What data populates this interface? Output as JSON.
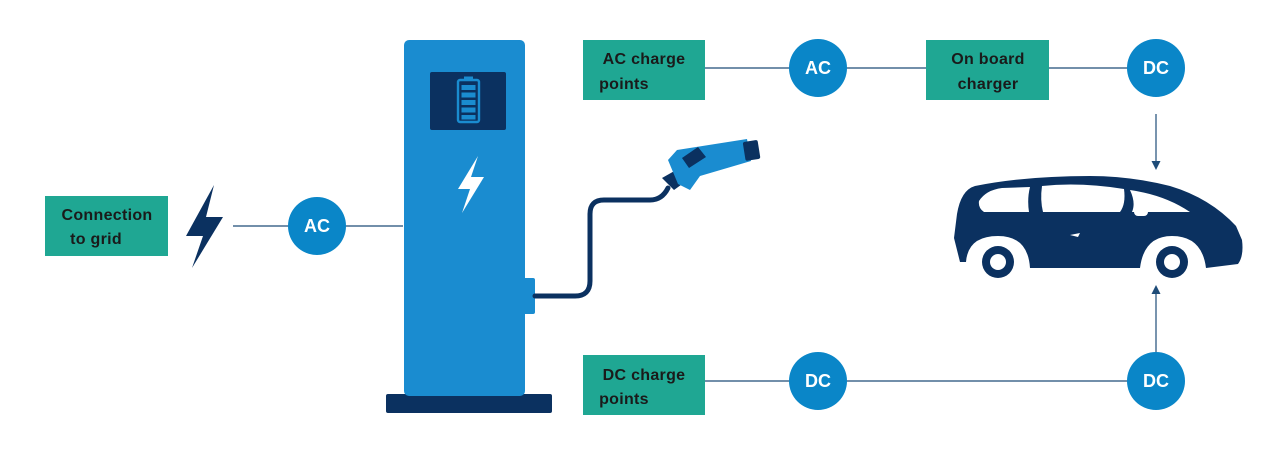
{
  "colors": {
    "teal": "#1fa793",
    "blue": "#0a86c8",
    "charger_body": "#1a8cd0",
    "navy": "#0b3160",
    "line": "#1e4c78"
  },
  "grid_box": {
    "line1": "Connection",
    "line2": "to grid"
  },
  "grid_node": {
    "label": "AC"
  },
  "ac_row": {
    "box": {
      "line1": "AC charge",
      "line2": "points"
    },
    "node1": "AC",
    "charger_box": {
      "line1": "On board",
      "line2": "charger"
    },
    "node2": "DC"
  },
  "dc_row": {
    "box": {
      "line1": "DC charge",
      "line2": "points"
    },
    "node1": "DC",
    "node2": "DC"
  },
  "icons": [
    "lightning-icon",
    "battery-icon",
    "charger-bolt-icon",
    "plug-icon",
    "car-icon"
  ]
}
